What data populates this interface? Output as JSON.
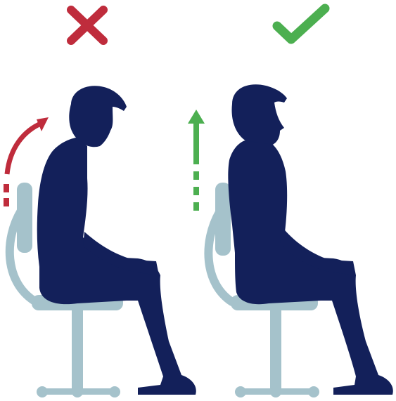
{
  "colors": {
    "background": "#ffffff",
    "figure": "#13205a",
    "chair": "#a5c2cb",
    "wrong": "#bf2c3c",
    "correct": "#4caf50"
  },
  "panels": [
    {
      "verdict": "incorrect",
      "verdict_icon": "x-mark-icon",
      "posture": "slouched",
      "arrow_icon": "curved-arrow-icon"
    },
    {
      "verdict": "correct",
      "verdict_icon": "checkmark-icon",
      "posture": "upright",
      "arrow_icon": "straight-up-arrow-icon"
    }
  ]
}
